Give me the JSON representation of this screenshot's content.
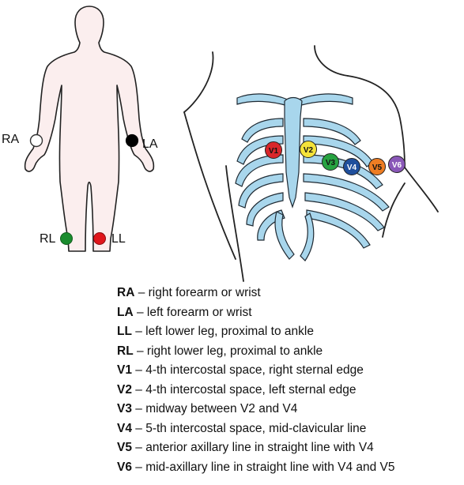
{
  "limb_labels": {
    "ra": "RA",
    "la": "LA",
    "rl": "RL",
    "ll": "LL"
  },
  "chest_labels": {
    "v1": "V1",
    "v2": "V2",
    "v3": "V3",
    "v4": "V4",
    "v5": "V5",
    "v6": "V6"
  },
  "colors": {
    "ra": "#ffffff",
    "la": "#000000",
    "rl": "#1a8c2e",
    "ll": "#e0161c",
    "v1": "#d9262b",
    "v2": "#f5e33a",
    "v3": "#27a341",
    "v4": "#1f4f9c",
    "v5": "#ee7d23",
    "v6": "#8a58b8",
    "ribs": "#a8d6ec",
    "body": "#fbeeee"
  },
  "legend": [
    {
      "key": "RA",
      "text": " – right forearm or wrist"
    },
    {
      "key": "LA",
      "text": " – left forearm or wrist"
    },
    {
      "key": "LL",
      "text": " – left lower leg, proximal to ankle"
    },
    {
      "key": "RL",
      "text": " – right lower leg, proximal to ankle"
    },
    {
      "key": "V1",
      "text": " – 4-th intercostal space, right sternal edge"
    },
    {
      "key": "V2",
      "text": " – 4-th intercostal space, left sternal edge"
    },
    {
      "key": "V3",
      "text": " – midway between V2 and V4"
    },
    {
      "key": "V4",
      "text": " – 5-th intercostal space, mid-clavicular line"
    },
    {
      "key": "V5",
      "text": " – anterior axillary line in straight line with V4"
    },
    {
      "key": "V6",
      "text": " – mid-axillary line in straight line with V4 and V5"
    }
  ]
}
